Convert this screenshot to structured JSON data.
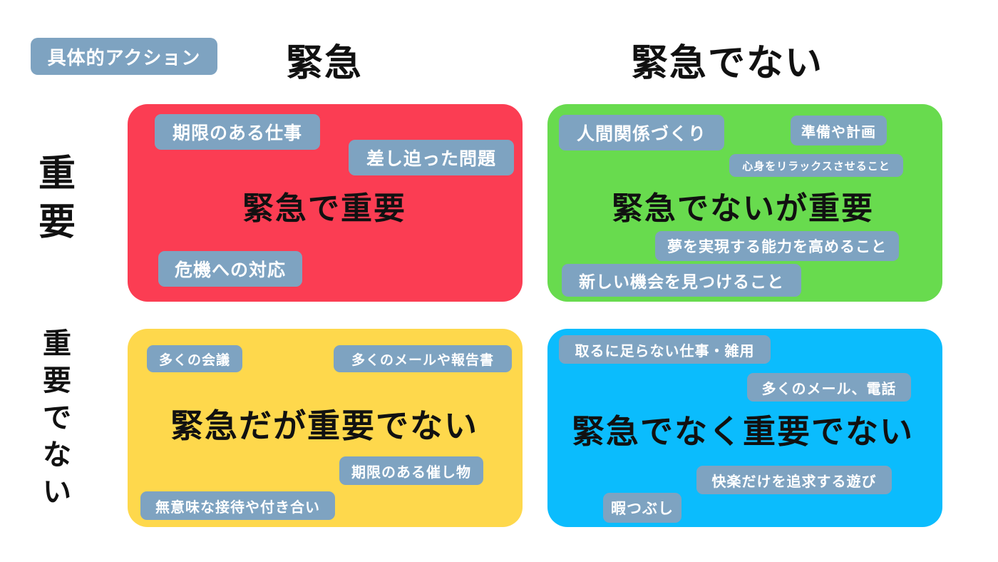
{
  "legend": {
    "label": "具体的アクション"
  },
  "columns": {
    "urgent": "緊急",
    "not_urgent": "緊急でない"
  },
  "rows": {
    "important": [
      "重",
      "要"
    ],
    "not_important": [
      "重",
      "要",
      "で",
      "な",
      "い"
    ]
  },
  "colors": {
    "chip": "#7ea3c1",
    "q1": "#fb3d53",
    "q2": "#68db4e",
    "q3": "#fed84c",
    "q4": "#0bbcfd"
  },
  "quadrants": {
    "q1": {
      "title": "緊急で重要",
      "chips": [
        "期限のある仕事",
        "差し迫った問題",
        "危機への対応"
      ]
    },
    "q2": {
      "title": "緊急でないが重要",
      "chips": [
        "人間関係づくり",
        "準備や計画",
        "心身をリラックスさせること",
        "夢を実現する能力を高めること",
        "新しい機会を見つけること"
      ]
    },
    "q3": {
      "title": "緊急だが重要でない",
      "chips": [
        "多くの会議",
        "多くのメールや報告書",
        "期限のある催し物",
        "無意味な接待や付き合い"
      ]
    },
    "q4": {
      "title": "緊急でなく重要でない",
      "chips": [
        "取るに足らない仕事・雑用",
        "多くのメール、電話",
        "快楽だけを追求する遊び",
        "暇つぶし"
      ]
    }
  }
}
